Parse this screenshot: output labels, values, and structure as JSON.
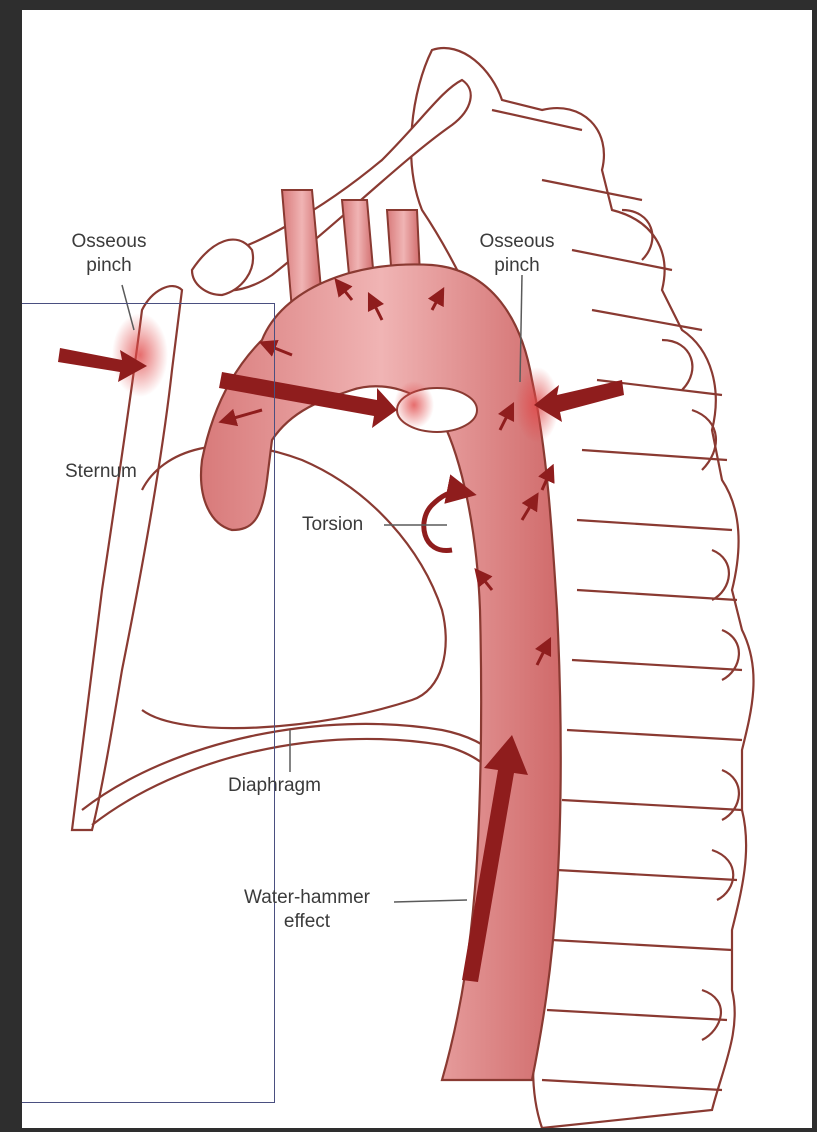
{
  "labels": {
    "osseous_pinch_left_line1": "Osseous",
    "osseous_pinch_left_line2": "pinch",
    "osseous_pinch_right_line1": "Osseous",
    "osseous_pinch_right_line2": "pinch",
    "sternum": "Sternum",
    "torsion": "Torsion",
    "diaphragm": "Diaphragm",
    "water_hammer_line1": "Water-hammer",
    "water_hammer_line2": "effect"
  },
  "colors": {
    "outline": "#8a3a32",
    "aorta_fill": "#e8a0a0",
    "aorta_dark": "#c85a5a",
    "arrow": "#8f1d1d",
    "selection": "#4a4f80",
    "background": "#2e2e2e"
  }
}
